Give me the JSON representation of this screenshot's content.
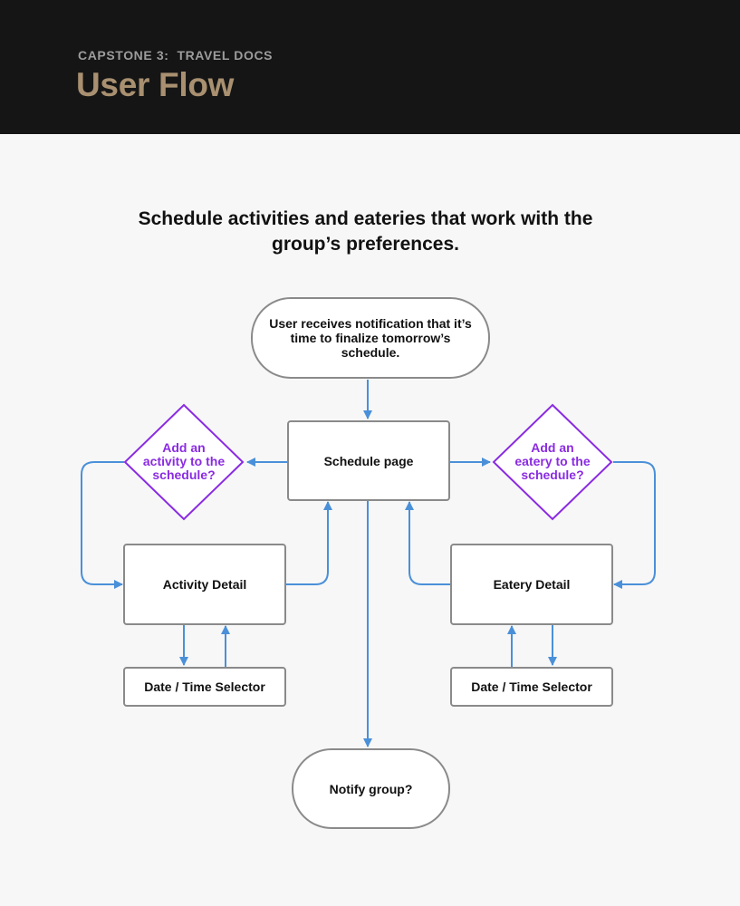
{
  "header": {
    "eyebrow": "CAPSTONE 3:  TRAVEL DOCS",
    "title": "User Flow"
  },
  "subtitle": {
    "line1": "Schedule activities and eateries that work with the",
    "line2": "group’s preferences."
  },
  "flow": {
    "start": {
      "line1": "User receives notification that it’s",
      "line2": "time to finalize tomorrow’s",
      "line3": "schedule."
    },
    "schedule_page": "Schedule page",
    "decision_activity": {
      "line1": "Add an",
      "line2": "activity to the",
      "line3": "schedule?"
    },
    "decision_eatery": {
      "line1": "Add an",
      "line2": "eatery to the",
      "line3": "schedule?"
    },
    "activity_detail": "Activity Detail",
    "eatery_detail": "Eatery Detail",
    "activity_date_time": "Date / Time Selector",
    "eatery_date_time": "Date / Time Selector",
    "end": "Notify group?"
  },
  "colors": {
    "header_bg": "#151515",
    "title": "#a89070",
    "arrow": "#4a90d9",
    "decision": "#8a2be2",
    "node_border": "#8a8a8a"
  }
}
